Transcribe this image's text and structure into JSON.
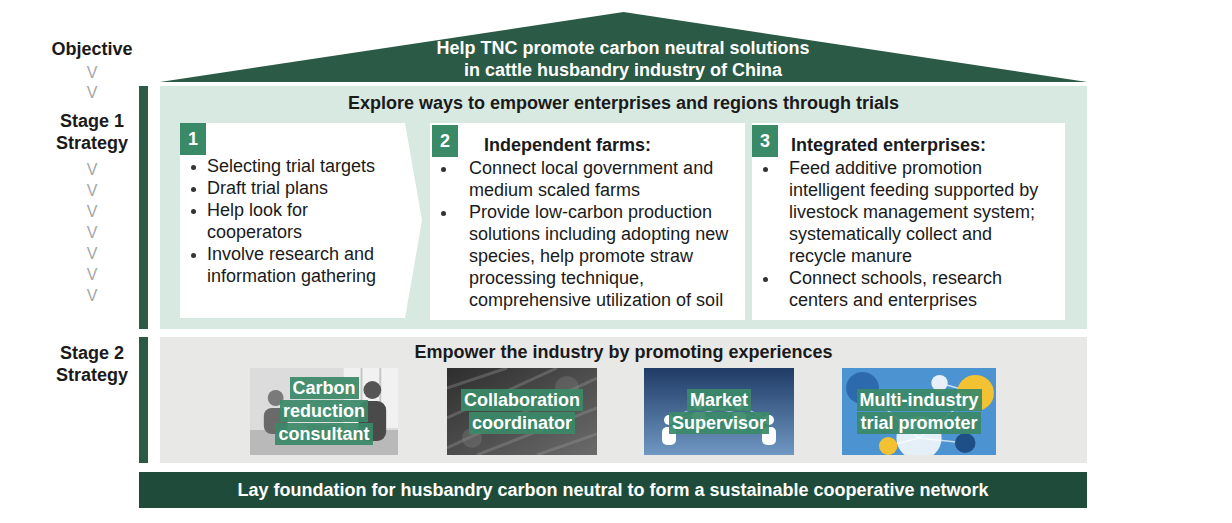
{
  "diagram": {
    "nodes": [
      {
        "text": [
          "Help TNC promote carbon neutral solutions in cattle husbandry industry of China"
        ]
      },
      {
        "text": [
          "Explore ways to empower enterprises and regions through trials"
        ]
      },
      {
        "text": [
          "Selecting trial targets",
          "Draft trial plans",
          "Help look for cooperators",
          "Involve research and information gathering"
        ],
        "in": 1
      },
      {
        "text": [
          "1"
        ],
        "in": 2
      },
      {
        "text": [
          "Independent farms:",
          "Connect local government and medium scaled farms",
          "Provide low-carbon production solutions including adopting new species, help promote straw processing technique, comprehensive utilization of soil"
        ],
        "in": 1
      },
      {
        "text": [
          "2"
        ],
        "in": 4
      },
      {
        "text": [
          "Integrated enterprises:",
          "Feed additive promotion intelligent feeding supported by livestock management system; systematically collect and recycle manure",
          "Connect schools, research centers and enterprises"
        ],
        "in": 1
      },
      {
        "text": [
          "3"
        ],
        "in": 6
      },
      {
        "text": [
          "Empower the industry by promoting experiences"
        ]
      },
      {
        "text": [
          "Carbon reduction consultant"
        ],
        "in": 8
      },
      {
        "text": [
          "Collaboration coordinator"
        ],
        "in": 8
      },
      {
        "text": [
          "Market Supervisor"
        ],
        "in": 8
      },
      {
        "text": [
          "Multi-industry trial promoter"
        ],
        "in": 8
      },
      {
        "text": [
          "Lay foundation for husbandry carbon neutral to form a sustainable cooperative network"
        ]
      }
    ],
    "labels": [
      "Objective",
      "V",
      "V",
      "Stage 1 Strategy",
      "V",
      "V",
      "V",
      "V",
      "V",
      "V",
      "V",
      "Stage 2 Strategy"
    ]
  }
}
